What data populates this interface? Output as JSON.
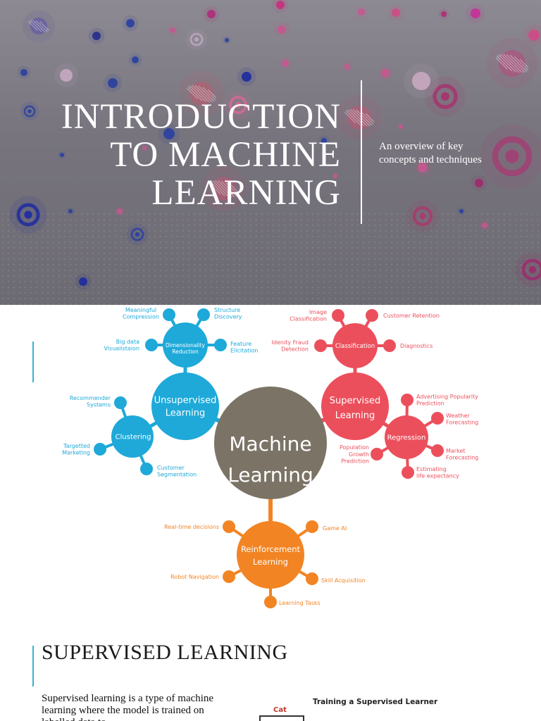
{
  "title_slide": {
    "title_lines": [
      "INTRODUCTION",
      "TO MACHINE",
      "LEARNING"
    ],
    "subtitle_lines": [
      "An overview of key",
      "concepts and techniques"
    ]
  },
  "mindmap": {
    "center": [
      "Machine",
      "Learning"
    ],
    "unsupervised": {
      "label": [
        "Unsupervised",
        "Learning"
      ],
      "color": "#1ea9d9",
      "dimensionality": {
        "label": [
          "Dimensionality",
          "Reduction"
        ],
        "leaves": [
          [
            "Meaningful",
            "Compression"
          ],
          [
            "Structure",
            "Discovery"
          ],
          [
            "Big data",
            "Visualistaion"
          ],
          [
            "Feature",
            "Elicitation"
          ]
        ]
      },
      "clustering": {
        "label": "Clustering",
        "leaves": [
          [
            "Recommender",
            "Systems"
          ],
          [
            "Targetted",
            "Marketing"
          ],
          [
            "Customer",
            "Segmentation"
          ]
        ]
      }
    },
    "supervised": {
      "label": [
        "Supervised",
        "Learning"
      ],
      "color": "#ec4f5c",
      "classification": {
        "label": "Classification",
        "leaves": [
          [
            "Image",
            "Classification"
          ],
          [
            "Customer Retention"
          ],
          [
            "Idenity Fraud",
            "Detection"
          ],
          [
            "Diagnostics"
          ]
        ]
      },
      "regression": {
        "label": "Regression",
        "leaves": [
          [
            "Advertising Popularity",
            "Prediction"
          ],
          [
            "Weather",
            "Forecasting"
          ],
          [
            "Market",
            "Forecasting"
          ],
          [
            "Estimating",
            "life expectancy"
          ],
          [
            "Population",
            "Growth",
            "Prediction"
          ]
        ]
      }
    },
    "reinforcement": {
      "label": [
        "Reinforcement",
        "Learning"
      ],
      "color": "#f28424",
      "leaves": [
        [
          "Real-time decisions"
        ],
        [
          "Game AI"
        ],
        [
          "Robot Navigation"
        ],
        [
          "Skill Acquisition"
        ],
        [
          "Learning Tasks"
        ]
      ]
    },
    "center_color": "#7b7466"
  },
  "supervised_slide": {
    "heading": "SUPERVISED LEARNING",
    "body": "Supervised learning is a type of machine learning where the model is trained on labelled data to",
    "figure_title": "Training a Supervised Learner",
    "figure_label": "Cat"
  },
  "colors": {
    "accent_bar": "#3bb1d6",
    "title_bg": "#7f7c86"
  }
}
